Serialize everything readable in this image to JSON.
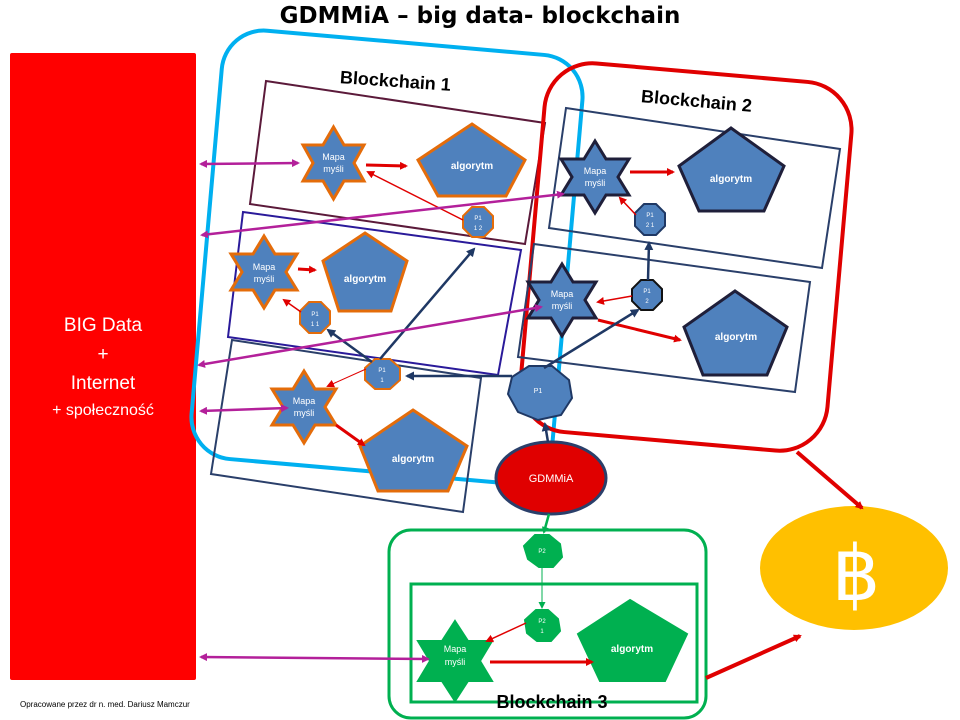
{
  "title": "GDMMiA – big data- blockchain",
  "big_data": {
    "line1": "BIG Data",
    "line2": "+",
    "line3": "Internet",
    "line4": "+ społeczność"
  },
  "credit": "Opracowane przez dr n. med. Dariusz Mamczur",
  "blockchain1": {
    "title": "Blockchain 1",
    "mindmap_a": [
      "Mapa",
      "myśli"
    ],
    "algo_a": "algorytm",
    "node_p112": [
      "P1",
      "1 2"
    ],
    "mindmap_b": [
      "Mapa",
      "myśli"
    ],
    "algo_b": "algorytm",
    "node_p111": [
      "P1",
      "1 1"
    ],
    "mindmap_c": [
      "Mapa",
      "myśli"
    ],
    "algo_c": "algorytm",
    "node_p11": [
      "P1",
      "1"
    ]
  },
  "blockchain2": {
    "title": "Blockchain 2",
    "mindmap_a": [
      "Mapa",
      "myśli"
    ],
    "algo_a": "algorytm",
    "node_p121": [
      "P1",
      "2 1"
    ],
    "mindmap_b": [
      "Mapa",
      "myśli"
    ],
    "algo_b": "algorytm",
    "node_p12": [
      "P1",
      "2"
    ]
  },
  "center": {
    "p1": "P1",
    "gdmmia": "GDMMiA",
    "p2": "P2"
  },
  "blockchain3": {
    "title": "Blockchain 3",
    "node_p21": [
      "P2",
      "1"
    ],
    "mindmap": [
      "Mapa",
      "myśli"
    ],
    "algo": "algorytm"
  },
  "bitcoin_symbol": "฿",
  "colors": {
    "big_data_red": "#ff0000",
    "blue_fill": "#4f81bd",
    "orange_stroke": "#e46c0a",
    "dark_blue_stroke": "#1f3864",
    "green": "#00b050",
    "cyan": "#00b0f0",
    "magenta_arrow": "#b3209a",
    "gold": "#ffc000"
  }
}
